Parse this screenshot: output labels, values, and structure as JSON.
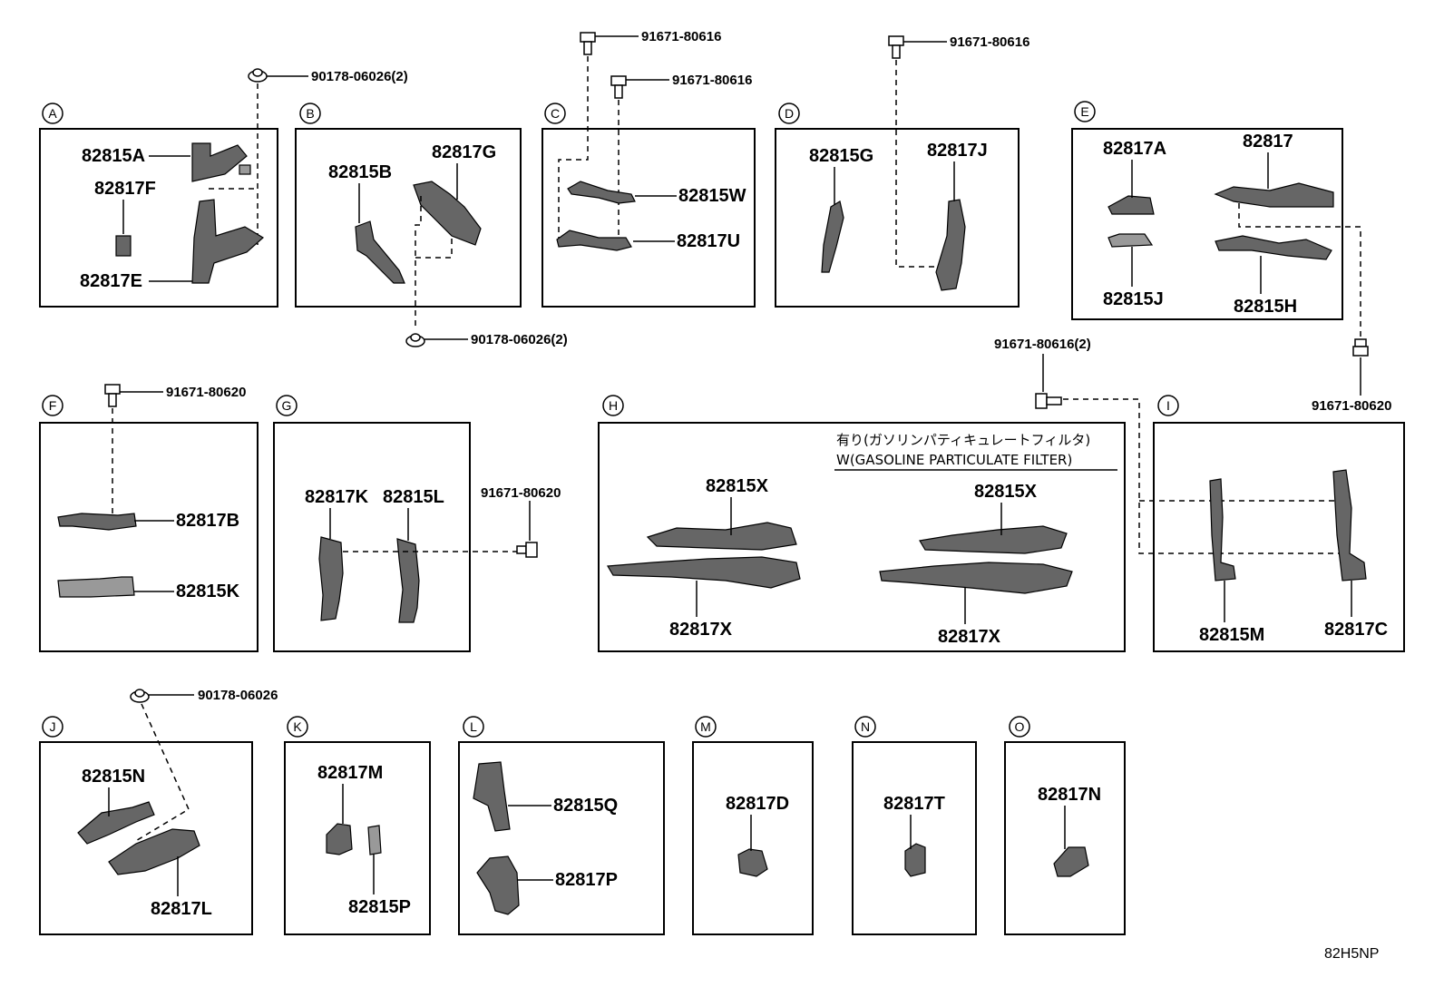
{
  "sections": {
    "A": {
      "label": "A",
      "parts": [
        "82815A",
        "82817F",
        "82817E"
      ],
      "fastener": "90178-06026(2)"
    },
    "B": {
      "label": "B",
      "parts": [
        "82815B",
        "82817G"
      ],
      "fastener": "90178-06026(2)"
    },
    "C": {
      "label": "C",
      "parts": [
        "82815W",
        "82817U"
      ],
      "fasteners": [
        "91671-80616",
        "91671-80616"
      ]
    },
    "D": {
      "label": "D",
      "parts": [
        "82815G",
        "82817J"
      ],
      "fastener": "91671-80616"
    },
    "E": {
      "label": "E",
      "parts": [
        "82817A",
        "82817",
        "82815J",
        "82815H"
      ]
    },
    "F": {
      "label": "F",
      "parts": [
        "82817B",
        "82815K"
      ],
      "fastener": "91671-80620"
    },
    "G": {
      "label": "G",
      "parts": [
        "82817K",
        "82815L"
      ],
      "fastener": "91671-80620"
    },
    "H": {
      "label": "H",
      "parts": [
        "82815X",
        "82817X",
        "82815X",
        "82817X"
      ],
      "note_jp": "有り(ガソリンパティキュレートフィルタ)",
      "note_en": "W(GASOLINE PARTICULATE FILTER)"
    },
    "I": {
      "label": "I",
      "parts": [
        "82815M",
        "82817C"
      ],
      "fasteners": [
        "91671-80616(2)",
        "91671-80620"
      ]
    },
    "J": {
      "label": "J",
      "parts": [
        "82815N",
        "82817L"
      ],
      "fastener": "90178-06026"
    },
    "K": {
      "label": "K",
      "parts": [
        "82817M",
        "82815P"
      ]
    },
    "L": {
      "label": "L",
      "parts": [
        "82815Q",
        "82817P"
      ]
    },
    "M": {
      "label": "M",
      "parts": [
        "82817D"
      ]
    },
    "N": {
      "label": "N",
      "parts": [
        "82817T"
      ]
    },
    "O": {
      "label": "O",
      "parts": [
        "82817N"
      ]
    }
  },
  "diagram_code": "82H5NP"
}
